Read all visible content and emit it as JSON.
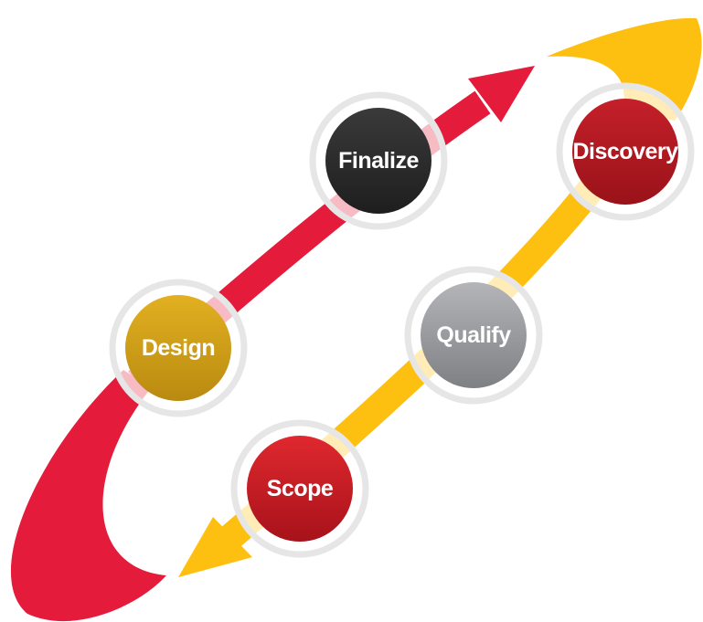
{
  "stages": [
    {
      "id": "finalize",
      "label": "Finalize",
      "color": "#3a3a3a",
      "color2": "#1e1e1e"
    },
    {
      "id": "discovery",
      "label": "Discovery",
      "color": "#c4202a",
      "color2": "#9a1219"
    },
    {
      "id": "design",
      "label": "Design",
      "color": "#e2b021",
      "color2": "#b98a10"
    },
    {
      "id": "qualify",
      "label": "Qualify",
      "color": "#b4b5b8",
      "color2": "#7f8084"
    },
    {
      "id": "scope",
      "label": "Scope",
      "color": "#d8222b",
      "color2": "#a7121a"
    }
  ],
  "arrows": {
    "red": "#e41b3a",
    "yellow": "#fdc010"
  }
}
